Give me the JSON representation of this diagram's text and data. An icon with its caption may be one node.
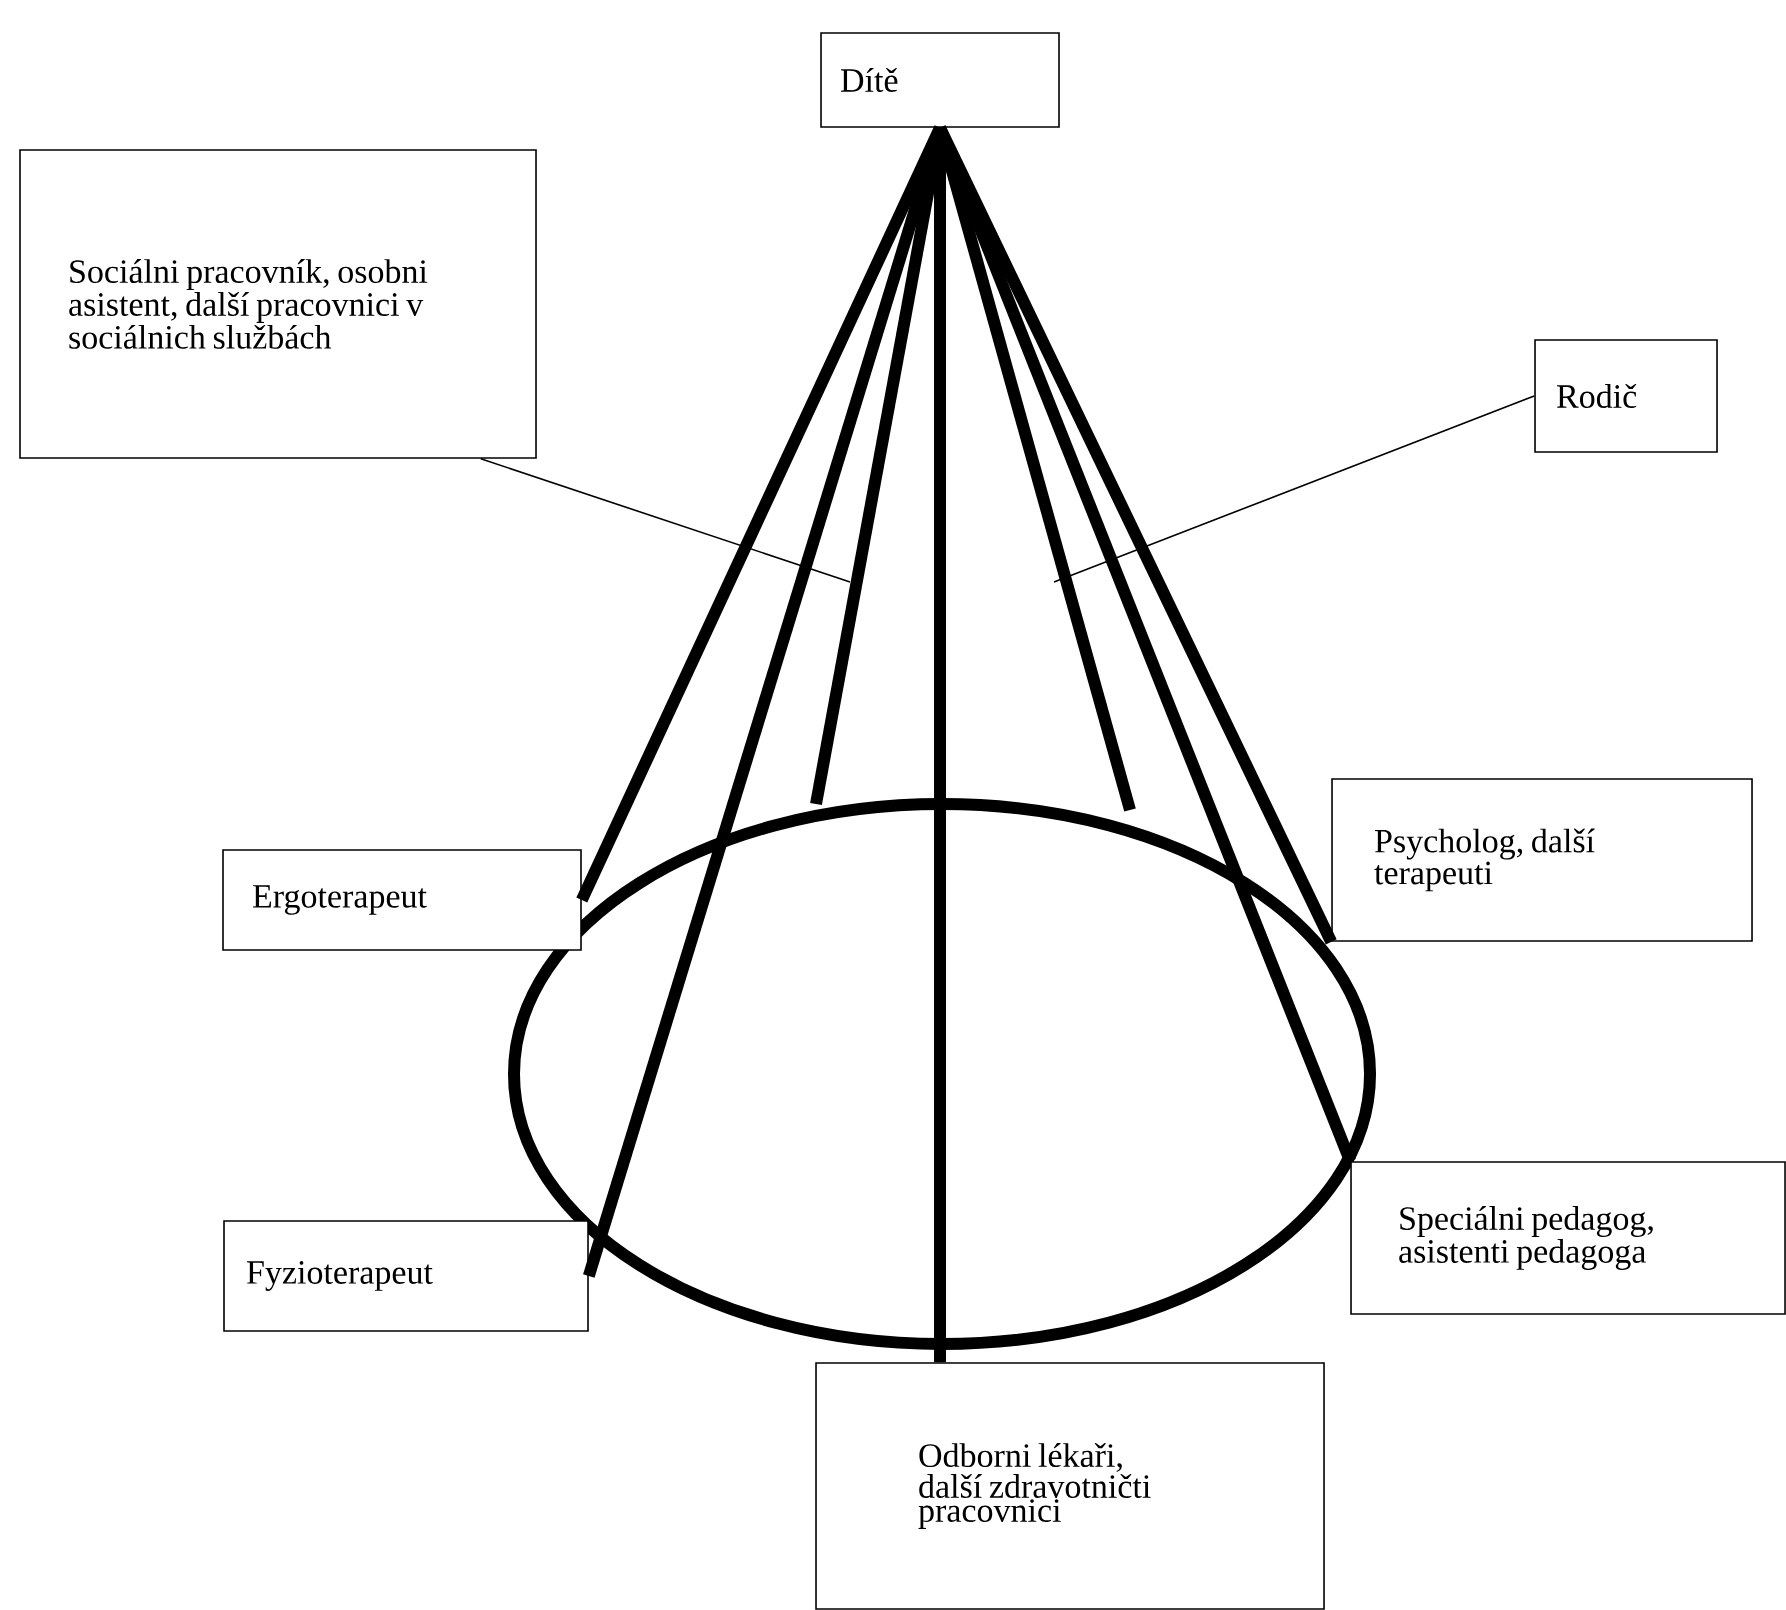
{
  "diagram": {
    "nodes": [
      {
        "text": [
          "Dítě"
        ]
      },
      {
        "text": [
          "Sociálni pracovník, osobni asistent, další pracovnici v sociálnich službách"
        ]
      },
      {
        "text": [
          "Rodič"
        ]
      },
      {
        "text": [
          "Ergoterapeut"
        ]
      },
      {
        "text": [
          "Psycholog, další terapeuti"
        ]
      },
      {
        "text": [
          "Fyzioterapeut"
        ]
      },
      {
        "text": [
          "Speciálni pedagog, asistenti pedagoga"
        ]
      },
      {
        "text": [
          "Odborni lékaři, další zdravotničti pracovnici"
        ]
      }
    ],
    "edges": [
      {
        "from": 0,
        "to": 3,
        "arrow": "none"
      },
      {
        "from": 0,
        "to": 5,
        "arrow": "none"
      },
      {
        "from": 0,
        "to": null,
        "arrow": "none"
      },
      {
        "from": 0,
        "to": 7,
        "arrow": "none"
      },
      {
        "from": 0,
        "to": null,
        "arrow": "none"
      },
      {
        "from": 0,
        "to": 6,
        "arrow": "none"
      },
      {
        "from": 0,
        "to": 4,
        "arrow": "none"
      },
      {
        "from": 1,
        "to": null,
        "arrow": "none"
      },
      {
        "from": 2,
        "to": null,
        "arrow": "none"
      }
    ]
  }
}
